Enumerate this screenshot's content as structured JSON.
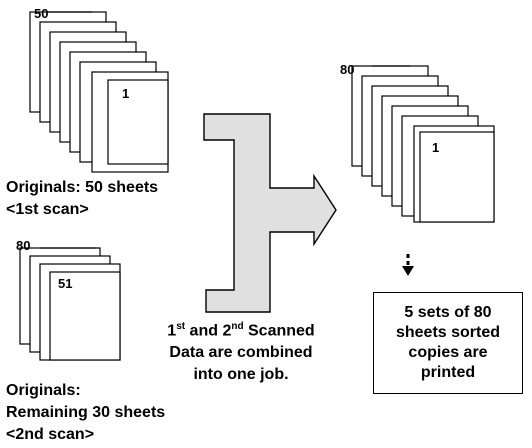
{
  "stack_1st": {
    "top_number": "50",
    "front_number": "1",
    "caption": [
      "Originals: 50 sheets",
      "<1st scan>"
    ]
  },
  "stack_2nd": {
    "top_number": "80",
    "front_number": "51",
    "caption": [
      "Originals:",
      "Remaining 30 sheets",
      "<2nd scan>"
    ]
  },
  "stack_combined": {
    "top_number": "80",
    "front_number": "1"
  },
  "combine_text": {
    "line1_part1": "1",
    "line1_sup1": "st",
    "line1_part2": " and 2",
    "line1_sup2": "nd",
    "line1_part3": " Scanned",
    "line2": "Data are combined",
    "line3": "into one job."
  },
  "result": [
    "5 sets of 80",
    "sheets sorted",
    "copies are",
    "printed"
  ],
  "colors": {
    "arrow_fill": "#e0e0e0",
    "line": "#000000"
  }
}
